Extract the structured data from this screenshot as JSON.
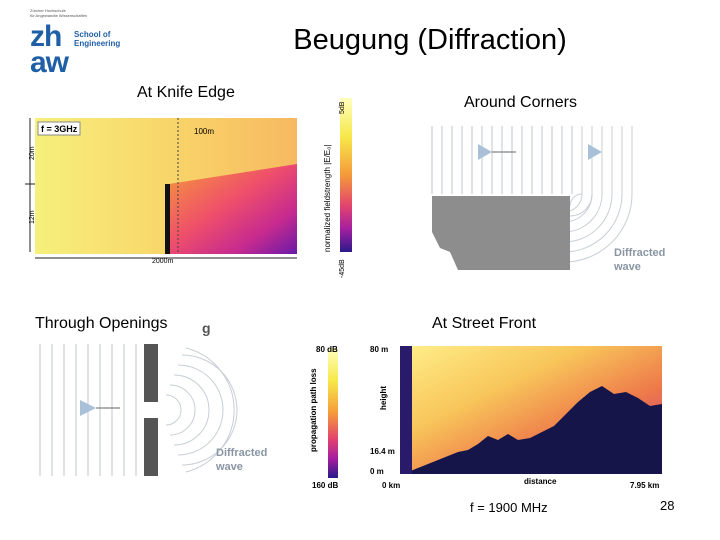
{
  "slide": {
    "title": "Beugung (Diffraction)",
    "page_number": "28"
  },
  "logo": {
    "topline_1": "Zürcher Hochschule",
    "topline_2": "für Angewandte Wissenschaften",
    "mark_1": "zh",
    "mark_2": "aw",
    "school_1": "School of",
    "school_2": "Engineering"
  },
  "panels": {
    "knife_edge": {
      "caption": "At Knife Edge",
      "freq_label": "f = 3GHz",
      "dim_100m": "100m",
      "dim_20m": "20m",
      "dim_12m": "12m",
      "dim_2000m": "2000m",
      "scale_top": "5dB",
      "scale_bottom": "-45dB",
      "scale_label": "normalized fieldstrength |E/E₀|"
    },
    "corners": {
      "caption": "Around  Corners",
      "diffracted_1": "Diffracted",
      "diffracted_2": "wave"
    },
    "openings": {
      "caption": "Through Openings",
      "stray": "g",
      "diffracted_1": "Diffracted",
      "diffracted_2": "wave"
    },
    "street": {
      "caption": "At Street Front",
      "scale_top": "80 dB",
      "scale_bottom": "160 dB",
      "scale_label": "propagation path loss",
      "y_top": "80 m",
      "y_mid": "16.4 m",
      "y_zero": "0 m",
      "ylabel": "height",
      "x_start": "0 km",
      "x_end": "7.95 km",
      "xlabel": "distance",
      "freq_note": "f = 1900 MHz"
    }
  },
  "colors": {
    "brand_blue": "#1f5fa6",
    "field_yellow": "#f6f07c",
    "shadow_dark": "#1a1a3a"
  }
}
